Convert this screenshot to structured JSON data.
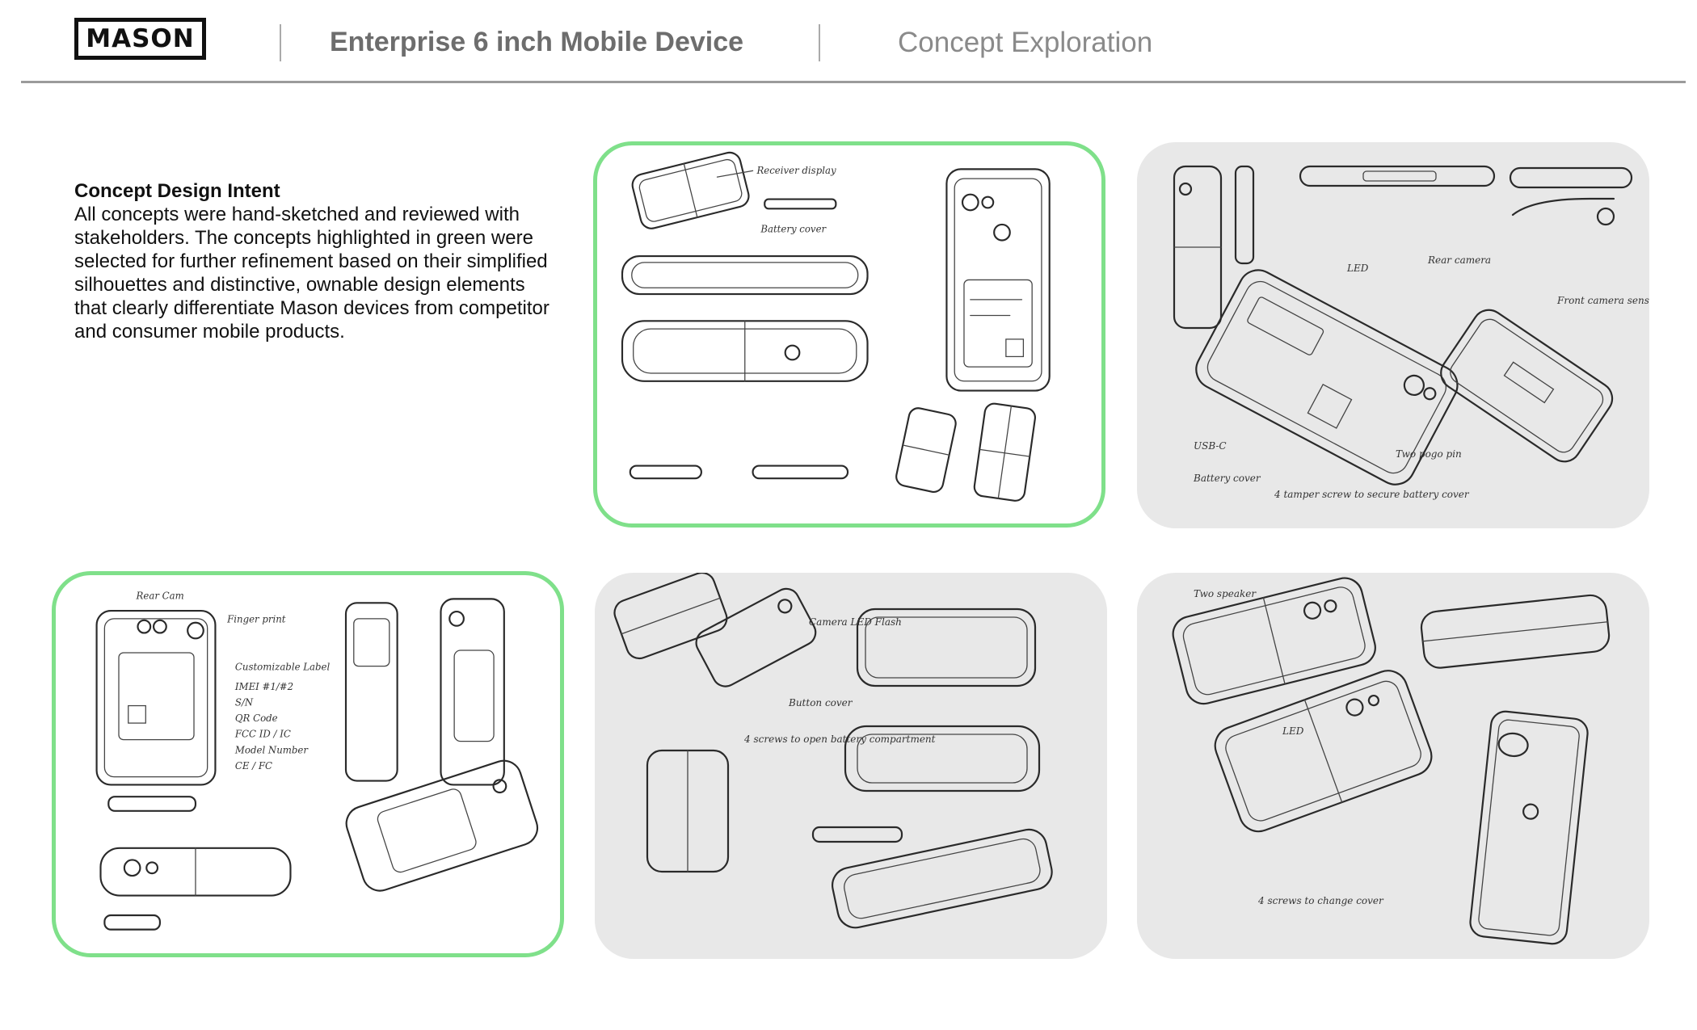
{
  "header": {
    "logo_text": "MASON",
    "title": "Enterprise 6 inch Mobile Device",
    "subtitle": "Concept Exploration"
  },
  "intent": {
    "heading": "Concept Design Intent",
    "body": "All concepts were hand-sketched and reviewed with stakeholders. The concepts highlighted in green were selected for further refinement based on their simplified silhouettes and distinctive, ownable design elements that clearly differentiate Mason devices from competitor and consumer mobile products."
  },
  "panels": [
    {
      "id": "concept-1",
      "selected": true,
      "notes": [
        "Receiver display",
        "Battery cover"
      ]
    },
    {
      "id": "concept-2",
      "selected": false,
      "notes": [
        "LED",
        "Rear camera",
        "Front camera sensor",
        "USB-C",
        "Battery cover",
        "Two pogo pin",
        "4 tamper screw to secure battery cover"
      ]
    },
    {
      "id": "concept-3",
      "selected": true,
      "notes": [
        "Rear Cam",
        "Finger print",
        "Customizable Label",
        "IMEI #1/#2",
        "S/N",
        "QR Code",
        "FCC ID / IC",
        "Model Number",
        "CE / FC"
      ]
    },
    {
      "id": "concept-4",
      "selected": false,
      "notes": [
        "Camera LED Flash",
        "Button cover",
        "4 screws to open battery compartment"
      ]
    },
    {
      "id": "concept-5",
      "selected": false,
      "notes": [
        "Two speaker",
        "LED",
        "4 screws to change cover"
      ]
    }
  ],
  "colors": {
    "selected_border": "#7fe08a",
    "panel_grey": "#e8e8e8",
    "title_grey": "#6d6d6d",
    "subtitle_grey": "#8a8a8a",
    "rule_grey": "#9b9b9b"
  }
}
